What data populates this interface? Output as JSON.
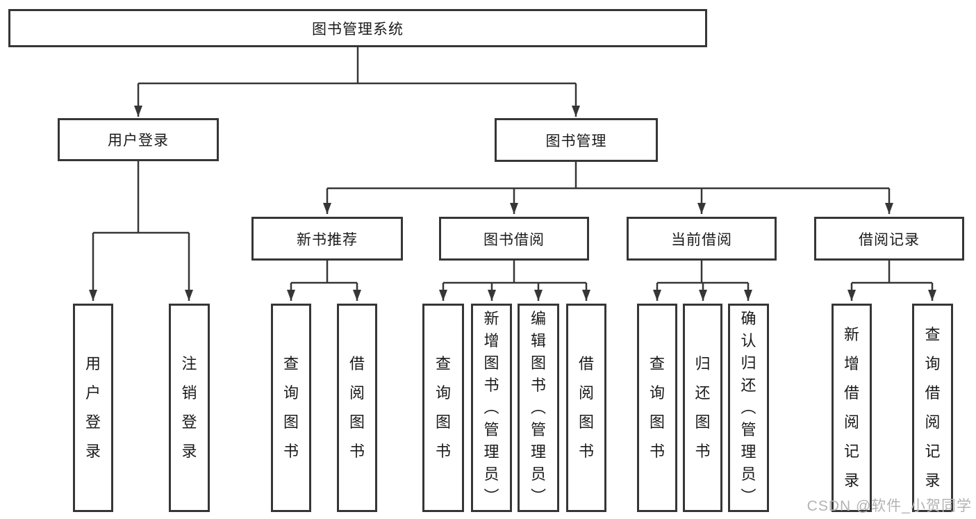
{
  "page": {
    "background": "#ffffff"
  },
  "colors": {
    "line": "#363636",
    "box_border": "#363636",
    "text": "#1a1a1a",
    "watermark": "#b3b3b3"
  },
  "watermark": {
    "text": "CSDN @软件_小贺同学"
  },
  "diagram": {
    "type": "hierarchy-tree",
    "root": {
      "label": "图书管理系统"
    },
    "branches": [
      {
        "label": "用户登录",
        "children": [
          {
            "label": "用户登录"
          },
          {
            "label": "注销登录"
          }
        ]
      },
      {
        "label": "图书管理",
        "groups": [
          {
            "label": "新书推荐",
            "children": [
              {
                "label": "查询图书"
              },
              {
                "label": "借阅图书"
              }
            ]
          },
          {
            "label": "图书借阅",
            "children": [
              {
                "label": "查询图书"
              },
              {
                "label": "新增图书（管理员）"
              },
              {
                "label": "编辑图书（管理员）"
              },
              {
                "label": "借阅图书"
              }
            ]
          },
          {
            "label": "当前借阅",
            "children": [
              {
                "label": "查询图书"
              },
              {
                "label": "归还图书"
              },
              {
                "label": "确认归还（管理员）"
              }
            ]
          },
          {
            "label": "借阅记录",
            "children": [
              {
                "label": "新增借阅记录"
              },
              {
                "label": "查询借阅记录"
              }
            ]
          }
        ]
      }
    ]
  }
}
